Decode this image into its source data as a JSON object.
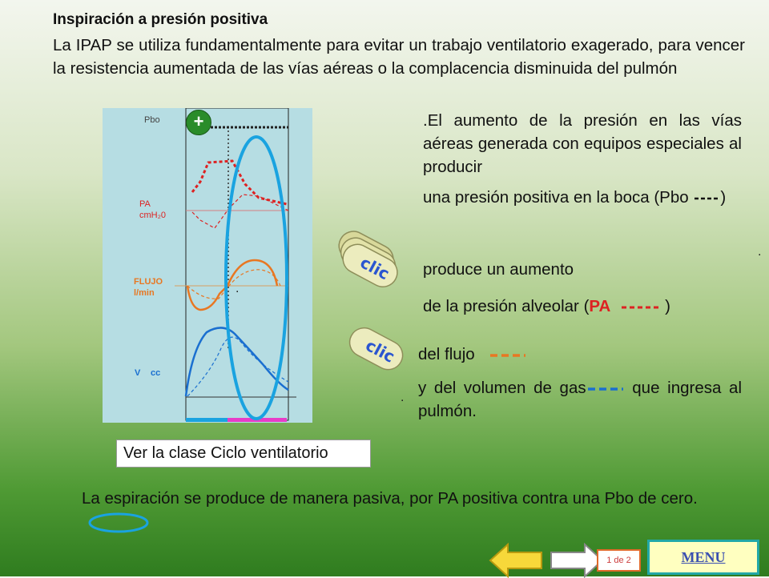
{
  "heading": "Inspiración a presión positiva",
  "intro": "La IPAP se utiliza fundamentalmente para evitar un trabajo ventilatorio exagerado, para vencer la resistencia aumentada de las vías aéreas o la complacencia disminuida del pulmón",
  "diagram": {
    "pbo_label": "Pbo",
    "pa_label": "PA",
    "pa_unit": "cmH₂0",
    "flujo_label": "FLUJO",
    "flujo_unit": "l/min",
    "v_label": "V",
    "v_unit": "cc",
    "plus_symbol": "+"
  },
  "right_text": {
    "p1": ".El aumento de la presión en las vías aéreas generada con equipos especiales al producir",
    "p2_a": "una presión positiva en la boca (Pbo ",
    "p2_b": ")",
    "p3": "produce un aumento",
    "p4_a": "de la presión alveolar (",
    "p4_pa": "PA",
    "p4_b": ")",
    "p5": "del flujo",
    "p6_a": "y del volumen de gas",
    "p6_b": " que ingresa al pulmón."
  },
  "clic_label": "clic",
  "clase_button": "Ver  la clase Ciclo ventilatorio",
  "espiracion": "La espiración se produce de manera pasiva, por PA positiva contra una Pbo de cero.",
  "page_indicator": "1 de 2",
  "menu_label": "MENU",
  "colors": {
    "pressure": "#dd2222",
    "flow": "#e87722",
    "volume": "#1a6fd0",
    "ellipse": "#1aa3e0",
    "bar_blue": "#1aa3e0",
    "bar_pink": "#e83cc8"
  }
}
